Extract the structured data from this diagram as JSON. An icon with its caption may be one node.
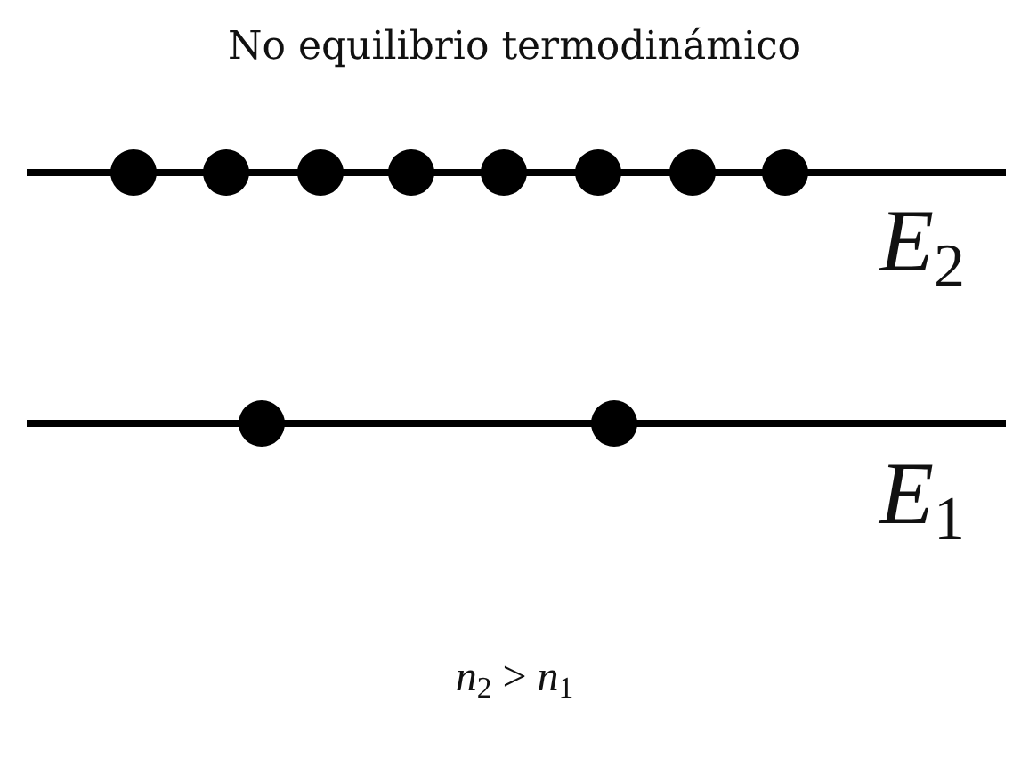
{
  "diagram": {
    "title": "No equilibrio termodinámico",
    "nodes": [
      {
        "text": [],
        "shape": "bar",
        "beside": [
          "*E*$_{2}$"
        ]
      },
      {
        "text": [],
        "shape": "circle"
      },
      {
        "text": [],
        "shape": "circle"
      },
      {
        "text": [],
        "shape": "circle"
      },
      {
        "text": [],
        "shape": "circle"
      },
      {
        "text": [],
        "shape": "circle"
      },
      {
        "text": [],
        "shape": "circle"
      },
      {
        "text": [],
        "shape": "circle"
      },
      {
        "text": [],
        "shape": "circle"
      },
      {
        "text": [],
        "shape": "bar",
        "beside": [
          "*E*$_{1}$"
        ]
      },
      {
        "text": [],
        "shape": "circle"
      },
      {
        "text": [],
        "shape": "circle"
      }
    ],
    "labels": [
      "*n*$_{2}$ > *n*$_{1}$"
    ]
  }
}
